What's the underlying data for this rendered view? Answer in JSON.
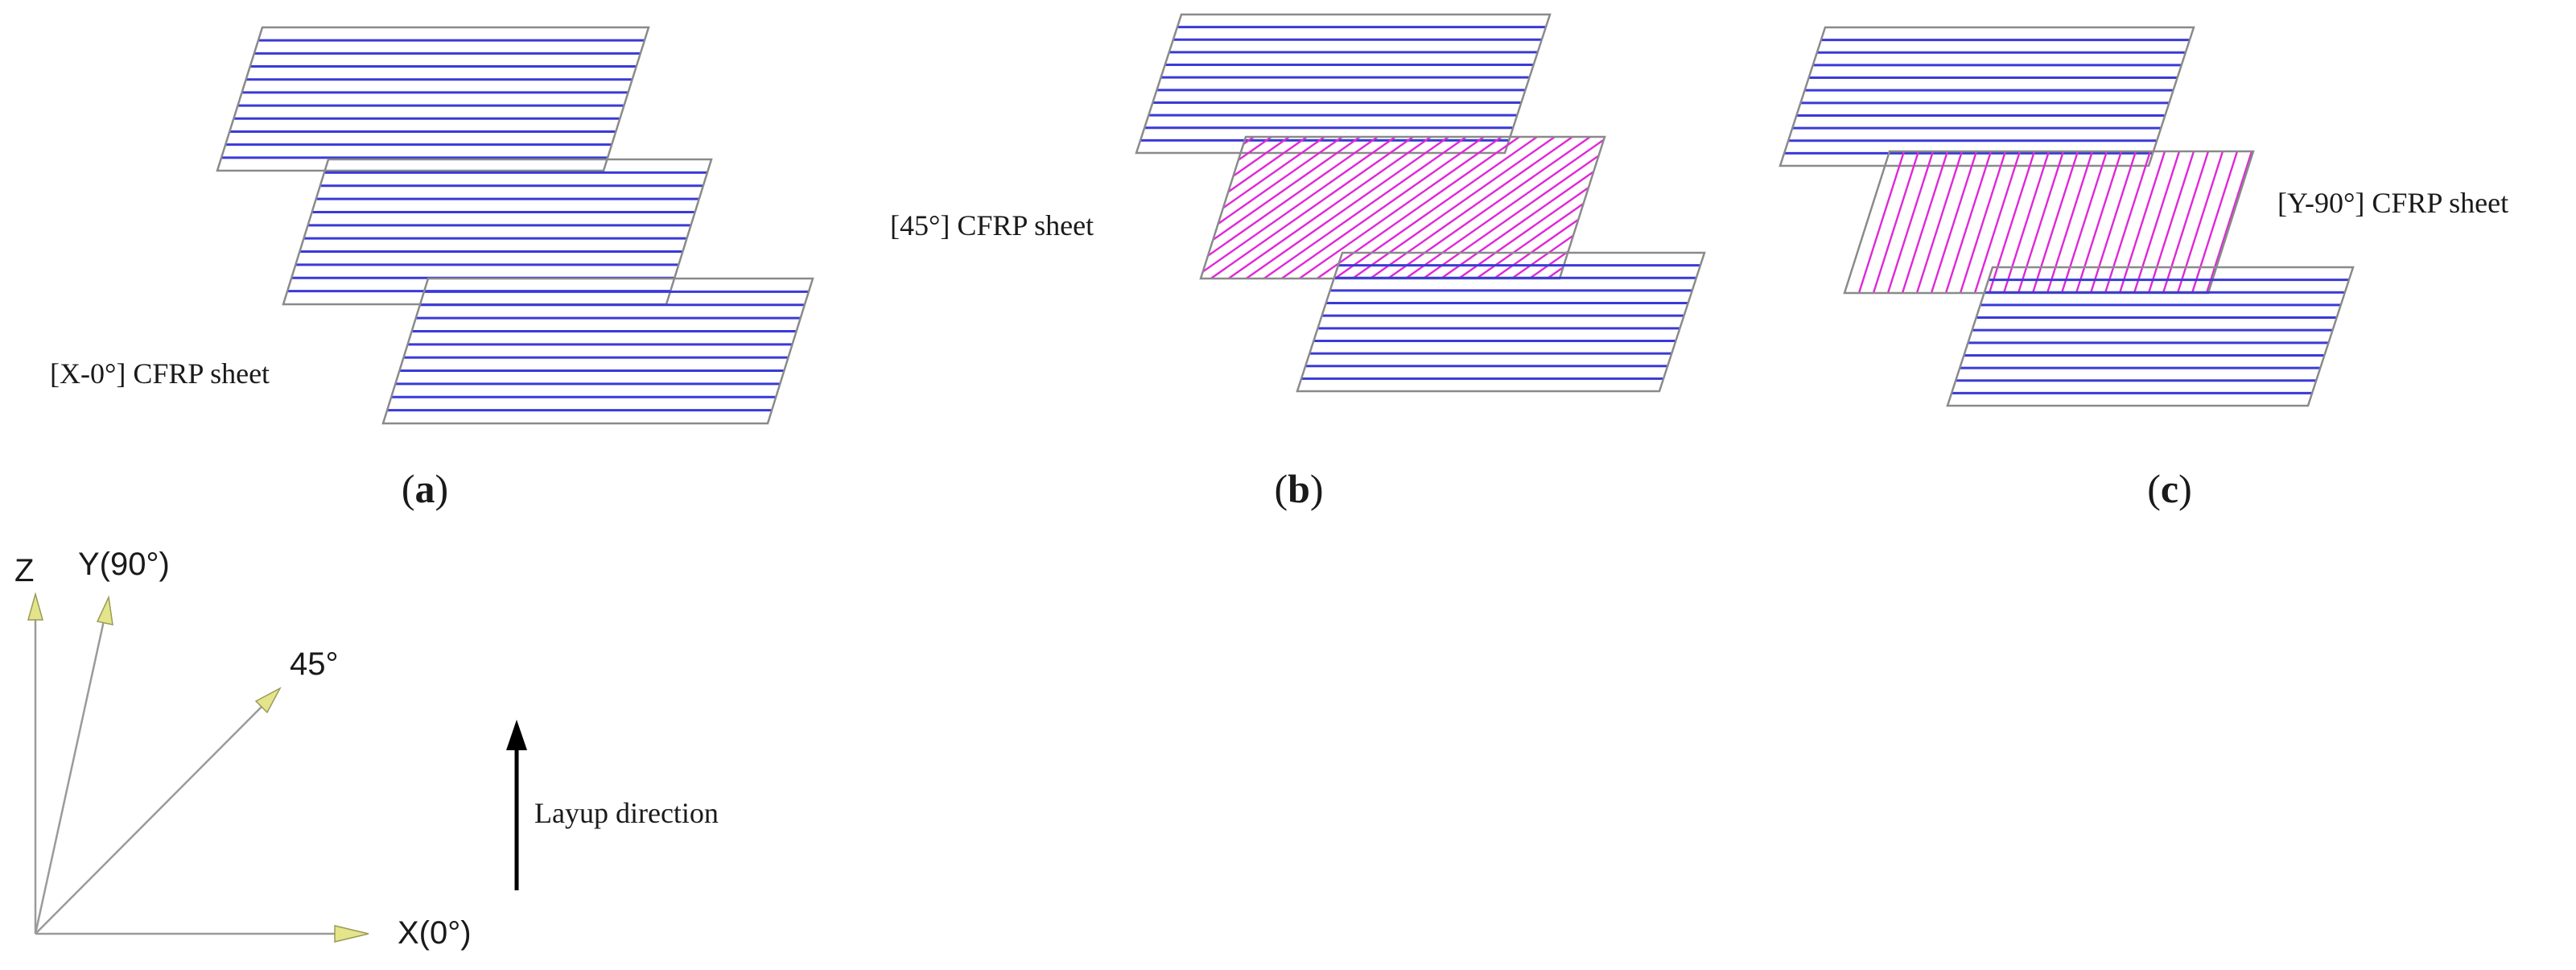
{
  "colors": {
    "zero_deg_fiber": "#3a3ad8",
    "angled_fiber": "#e028d8",
    "sheet_outline": "#8a8a8a",
    "axis_line": "#9a9a9a",
    "arrowhead_fill": "#e4e48a",
    "layup_arrow": "#000000",
    "text": "#1a1a1a"
  },
  "panels": [
    {
      "id": "a",
      "label_open": "(",
      "letter": "a",
      "label_close": ")",
      "sheet_label": "[X-0°] CFRP sheet"
    },
    {
      "id": "b",
      "label_open": "(",
      "letter": "b",
      "label_close": ")",
      "sheet_label": "[45°] CFRP sheet"
    },
    {
      "id": "c",
      "label_open": "(",
      "letter": "c",
      "label_close": ")",
      "sheet_label": "[Y-90°] CFRP sheet"
    }
  ],
  "axes": {
    "z_label": "Z",
    "y_label": "Y(90°)",
    "diag_label": "45°",
    "x_label": "X(0°)"
  },
  "layup": {
    "label": "Layup direction"
  }
}
